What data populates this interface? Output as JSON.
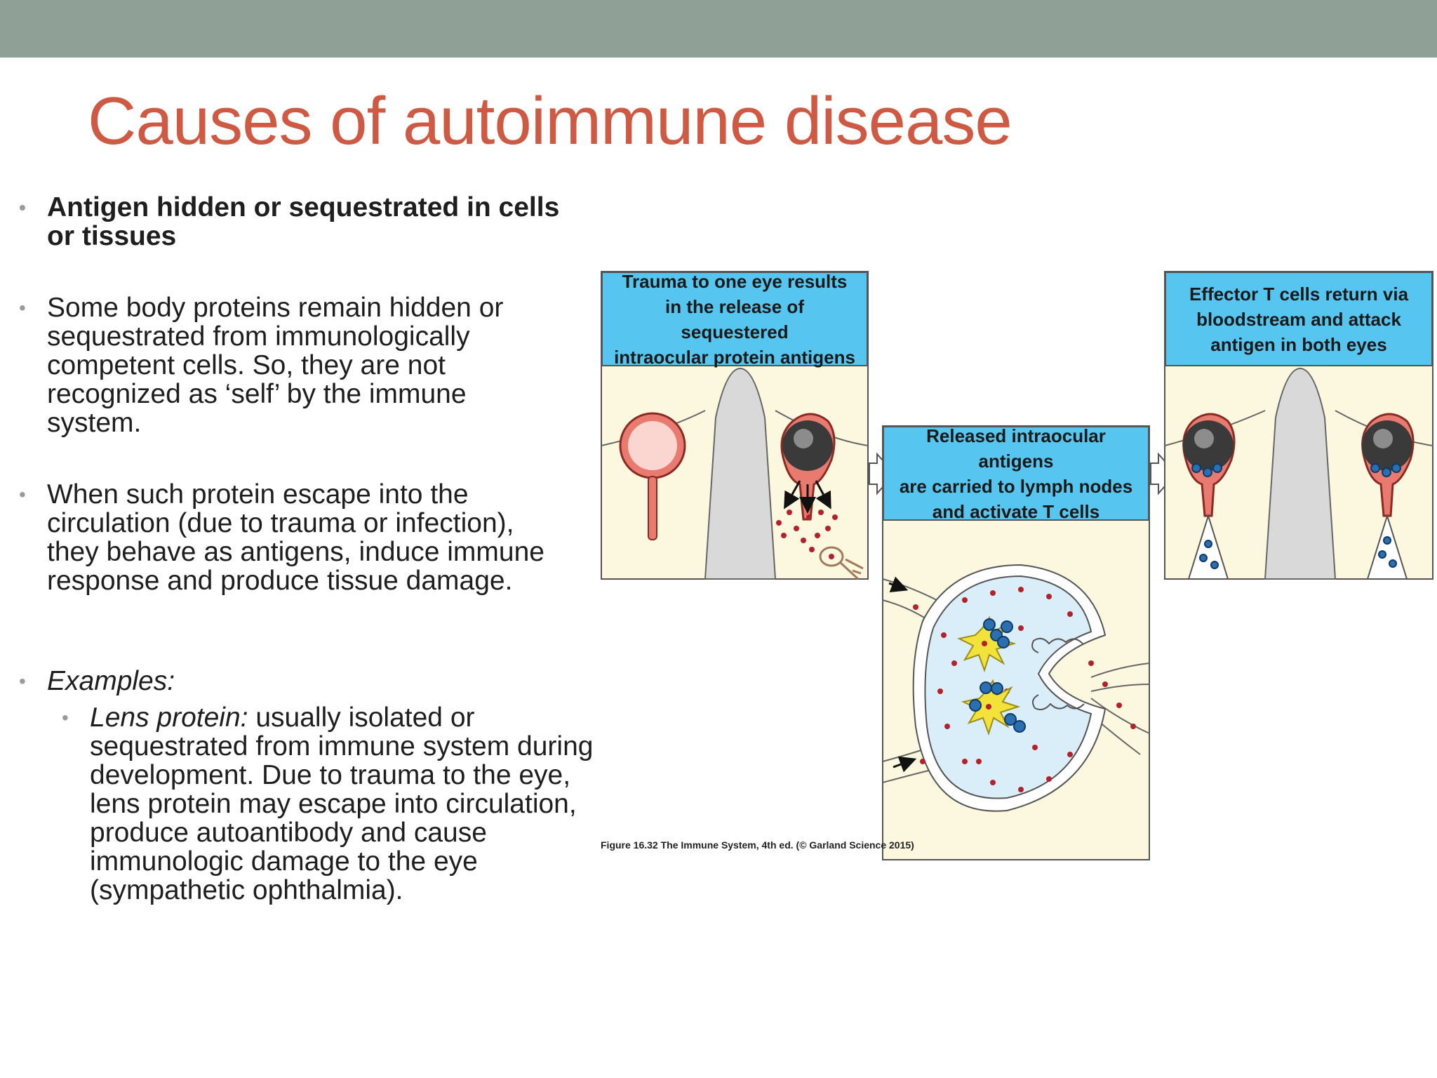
{
  "slide": {
    "title": "Causes of autoimmune disease",
    "bullets": {
      "b1": "Antigen hidden or sequestrated in cells or tissues",
      "b2": "Some body proteins remain hidden or sequestrated from immunologically competent cells. So, they are not recognized as ‘self’ by the immune system.",
      "b3": "When such protein escape into the circulation (due to trauma or infection), they behave as antigens, induce immune response and produce tissue damage.",
      "b4": "Examples:",
      "b5_em": "Lens protein:",
      "b5_rest": " usually isolated or sequestrated from immune system during development. Due to trauma to the eye, lens protein may escape into circulation, produce autoantibody and cause immunologic damage to the eye (sympathetic ophthalmia)."
    }
  },
  "figure": {
    "panel1_header": "Trauma to one eye results\nin the release of sequestered\nintraocular protein antigens",
    "panel2_header": "Released intraocular antigens\nare carried to lymph nodes\nand activate T cells",
    "panel3_header": "Effector T cells return via\nbloodstream and attack\nantigen in both eyes",
    "caption": "Figure 16.32 The Immune System, 4th ed. (© Garland Science 2015)"
  },
  "colors": {
    "title": "#cf5a43",
    "top_bar": "#8fa097",
    "panel_header": "#56c6f0",
    "panel_bg": "#fbf8df",
    "lymph_node_bg": "#d9eef8",
    "antigen_dot": "#b3212b",
    "t_cell": "#2c6fb0",
    "dendritic_cell": "#f2e23a"
  }
}
